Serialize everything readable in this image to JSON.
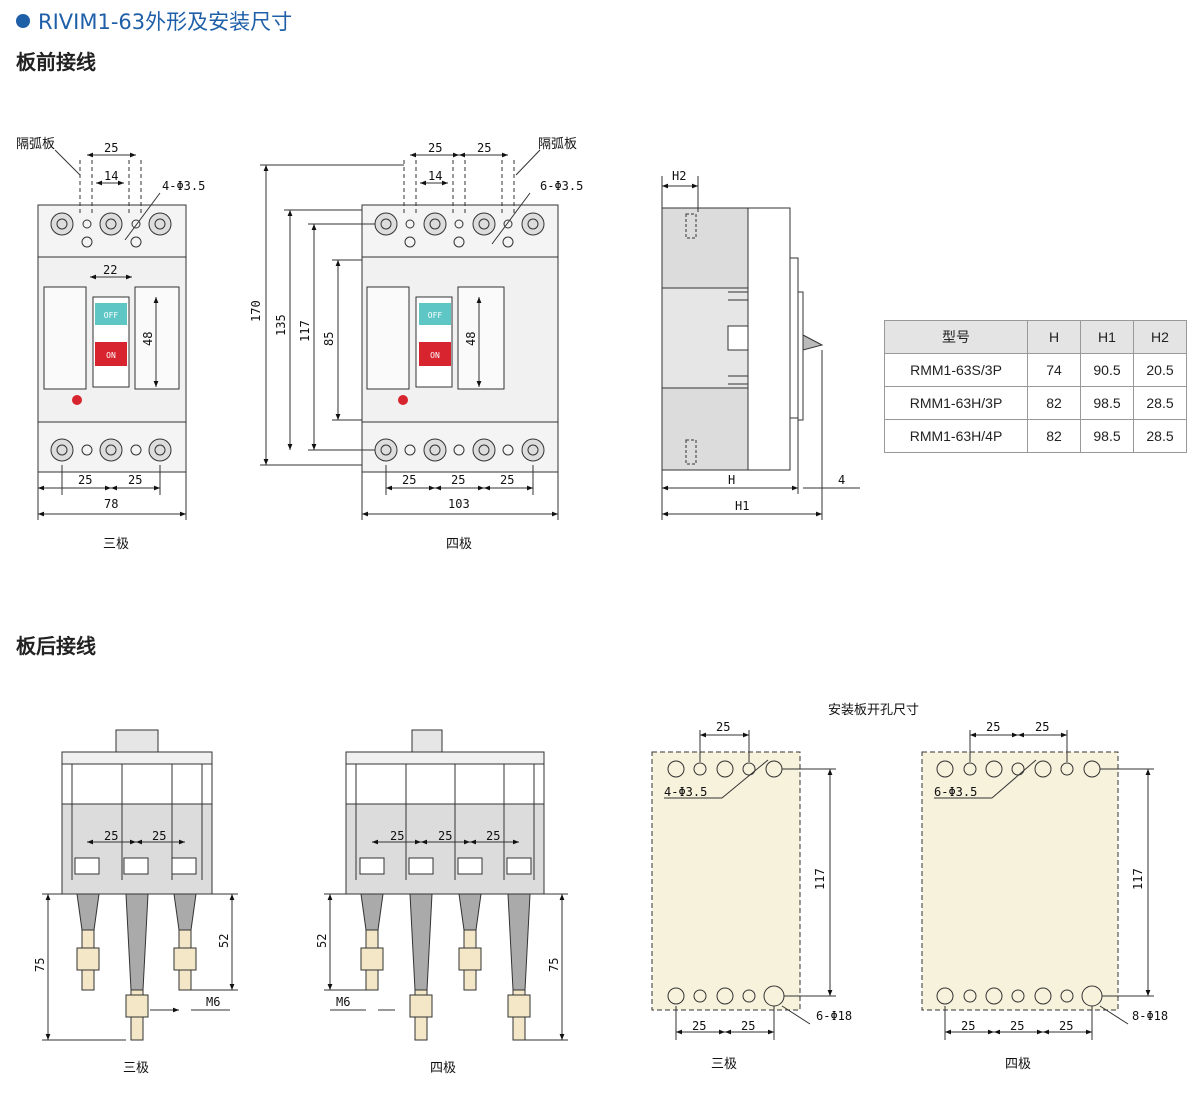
{
  "header": {
    "title": "RIVIM1-63外形及安装尺寸"
  },
  "sections": {
    "front": "板前接线",
    "rear": "板后接线"
  },
  "labels": {
    "arc_plate": "隔弧板",
    "three_pole": "三极",
    "four_pole": "四极",
    "panel_cutout": "安装板开孔尺寸",
    "off": "OFF",
    "on": "ON"
  },
  "dims": {
    "d25": "25",
    "d14": "14",
    "d22": "22",
    "d48": "48",
    "d78": "78",
    "d103": "103",
    "d170": "170",
    "d135": "135",
    "d117": "117",
    "d85": "85",
    "h4": "4-Φ3.5",
    "h6": "6-Φ3.5",
    "h6_18": "6-Φ18",
    "h8_18": "8-Φ18",
    "H": "H",
    "H1": "H1",
    "H2": "H2",
    "d4": "4",
    "d75": "75",
    "d52": "52",
    "M6": "M6"
  },
  "table": {
    "headers": [
      "型号",
      "H",
      "H1",
      "H2"
    ],
    "rows": [
      [
        "RMM1-63S/3P",
        "74",
        "90.5",
        "20.5"
      ],
      [
        "RMM1-63H/3P",
        "82",
        "98.5",
        "28.5"
      ],
      [
        "RMM1-63H/4P",
        "82",
        "98.5",
        "28.5"
      ]
    ]
  },
  "colors": {
    "accent": "#1f5fa8",
    "off_button": "#5fc6c6",
    "on_button": "#d8242f",
    "panel_fill": "#f7f2dc"
  }
}
